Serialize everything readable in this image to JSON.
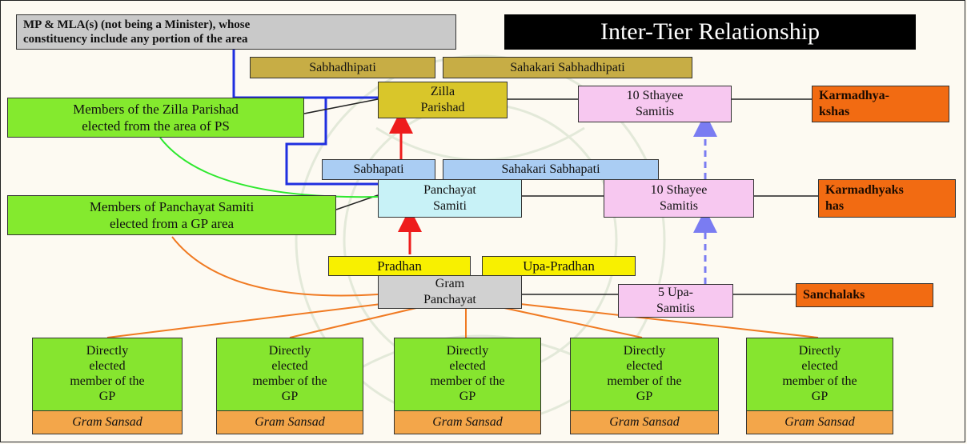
{
  "title": "Inter-Tier Relationship",
  "mp_mla": "MP & MLA(s) (not being a Minister),  whose\nconstituency include  any portion of the area",
  "zilla": {
    "sabhadhipati": "Sabhadhipati",
    "sahakari": "Sahakari  Sabhadhipati",
    "body": "Zilla\nParishad",
    "members": "Members  of the Zilla Parishad\nelected from the area of PS",
    "samitis": "10 Sthayee\nSamitis",
    "heads": "Karmadhya-\nkshas"
  },
  "samiti": {
    "sabhapati": "Sabhapati",
    "sahakari": "Sahakari  Sabhapati",
    "body": "Panchayat\nSamiti",
    "members": "Members  of Panchayat Samiti\nelected from a GP area",
    "samitis": "10 Sthayee\nSamitis",
    "heads": "Karmadhyaks\nhas"
  },
  "gp": {
    "pradhan": "Pradhan",
    "upa_pradhan": "Upa-Pradhan",
    "body": "Gram\nPanchayat",
    "samitis": "5 Upa-\nSamitis",
    "heads": "Sanchalaks"
  },
  "members": [
    {
      "label": "Directly\nelected\nmember of the\nGP",
      "sansad": "Gram Sansad"
    },
    {
      "label": "Directly\nelected\nmember of the\nGP",
      "sansad": "Gram Sansad"
    },
    {
      "label": "Directly\nelected\nmember of the\nGP",
      "sansad": "Gram Sansad"
    },
    {
      "label": "Directly\nelected\nmember of the\nGP",
      "sansad": "Gram Sansad"
    },
    {
      "label": "Directly\nelected\nmember of the\nGP",
      "sansad": "Gram Sansad"
    }
  ],
  "colors": {
    "blue_line": "#1f2fe0",
    "red_arrow": "#ee1c1c",
    "dashed_arrow": "#7a7cf2",
    "green_curve": "#2ee82e",
    "orange_line": "#f07a22"
  }
}
